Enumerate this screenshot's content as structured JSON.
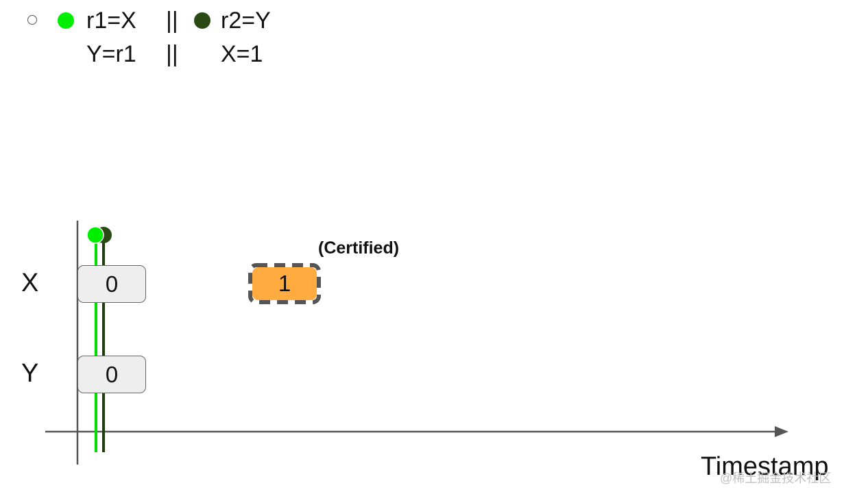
{
  "program": {
    "thread1": {
      "line1": "r1=X",
      "line2": "Y=r1",
      "marker_color": "#00ee00"
    },
    "separator": "||",
    "thread2": {
      "line1": "r2=Y",
      "line2": "X=1",
      "marker_color": "#2a4a14"
    },
    "start_marker_color": "#ffffff"
  },
  "diagram": {
    "variables": [
      {
        "name": "X",
        "values": [
          {
            "text": "0",
            "kind": "initial"
          },
          {
            "text": "1",
            "kind": "pending",
            "annotation": "(Certified)"
          }
        ]
      },
      {
        "name": "Y",
        "values": [
          {
            "text": "0",
            "kind": "initial"
          }
        ]
      }
    ],
    "axis_label": "Timestamp",
    "colors": {
      "thread1_line": "#00dd00",
      "thread2_line": "#1e3d0c",
      "axis": "#555555",
      "initial_box_fill": "#eeeeee",
      "pending_box_fill": "#ffab40",
      "pending_box_border": "#555555"
    }
  },
  "watermark": "@稀土掘金技术社区"
}
